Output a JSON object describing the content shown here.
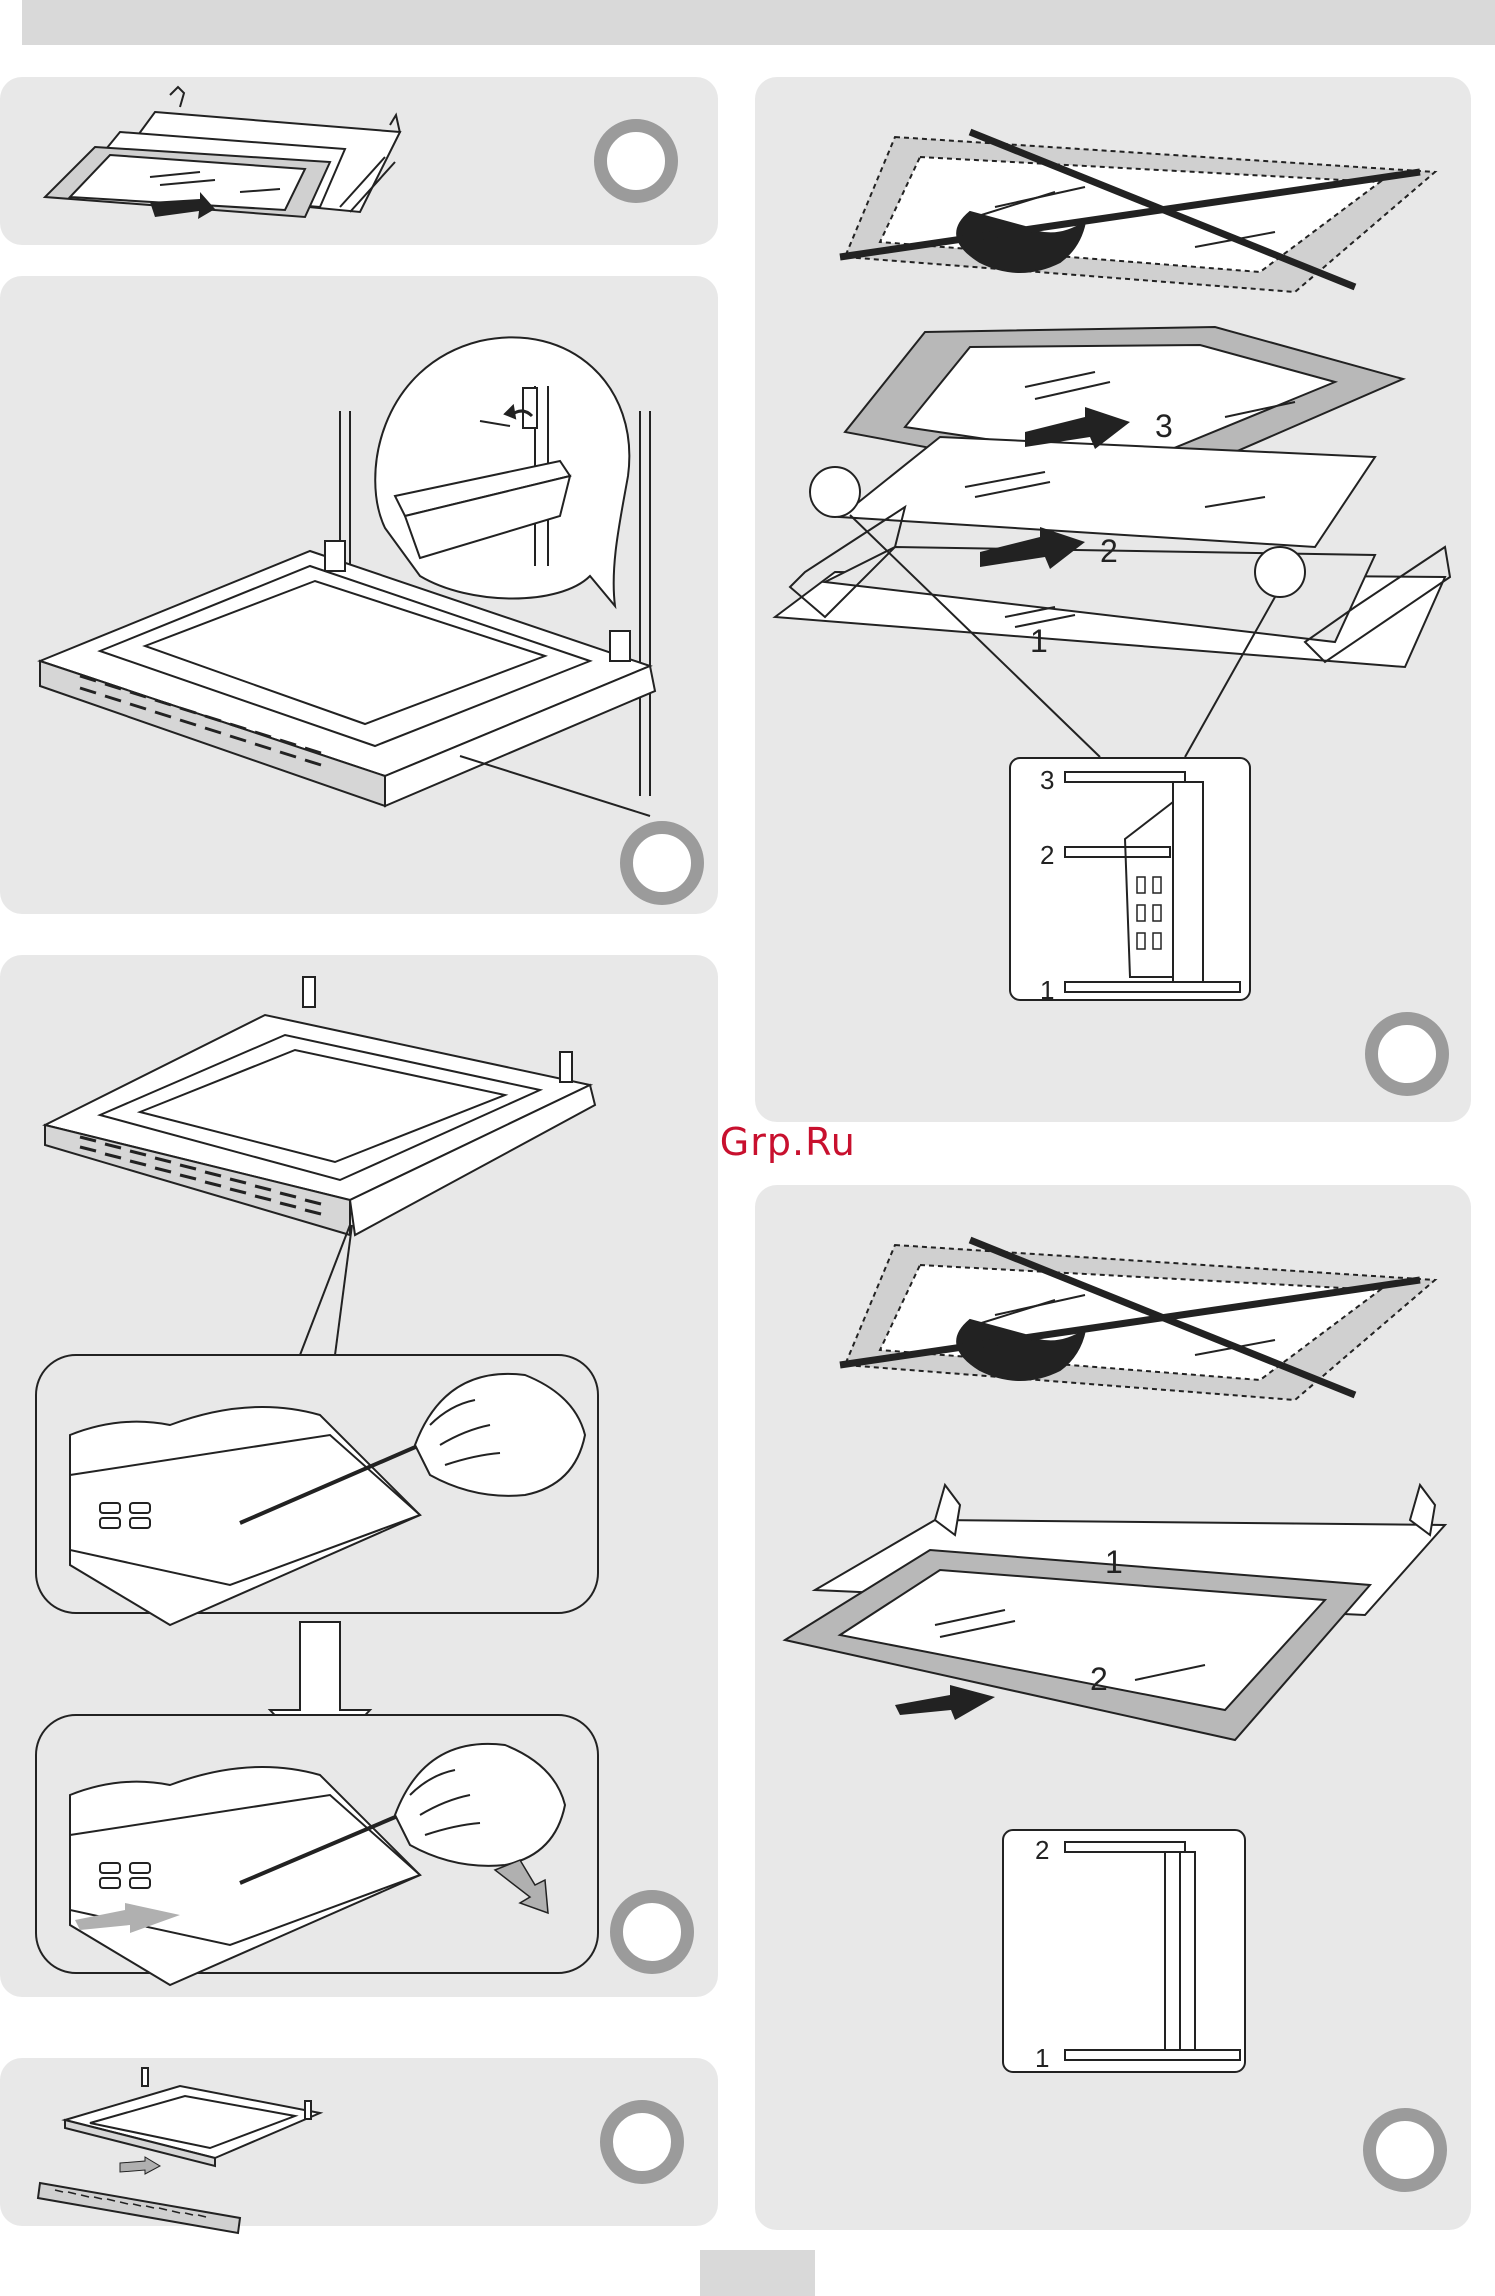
{
  "watermark": "McGrp.Ru",
  "panel_c": {
    "layer_labels": [
      "3",
      "2",
      "1"
    ],
    "legend_labels": [
      "3",
      "2",
      "1"
    ]
  },
  "panel_f": {
    "layer_labels": [
      "1",
      "2"
    ],
    "legend_labels": [
      "2",
      "1"
    ]
  },
  "colors": {
    "panel_bg": "#e8e8e8",
    "header_bar": "#d9d9d9",
    "step_circle_ring": "#9b9b9b",
    "watermark": "#c8102e"
  },
  "icons": [
    "step-circle-icon",
    "arrow-right-icon",
    "arrow-down-icon",
    "screwdriver-hand-icon",
    "cross-out-icon"
  ]
}
